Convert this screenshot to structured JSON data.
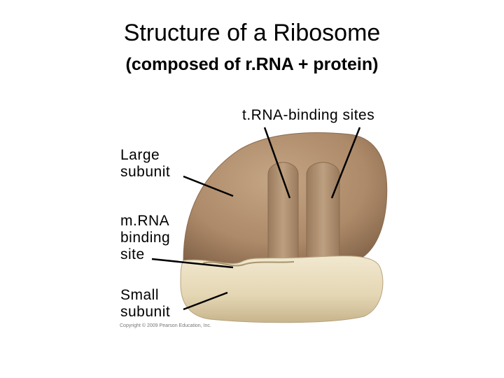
{
  "title": "Structure of a Ribosome",
  "subtitle": "(composed of r.RNA + protein)",
  "labels": {
    "trna_binding_sites": "t.RNA-binding sites",
    "large_subunit_line1": "Large",
    "large_subunit_line2": "subunit",
    "mrna_line1": "m.RNA",
    "mrna_line2": "binding",
    "mrna_line3": "site",
    "small_subunit_line1": "Small",
    "small_subunit_line2": "subunit"
  },
  "copyright": "Copyright © 2009 Pearson Education, Inc.",
  "colors": {
    "large_subunit": "#b08d6d",
    "small_subunit": "#e8dcbd",
    "leader_lines": "#000000"
  }
}
